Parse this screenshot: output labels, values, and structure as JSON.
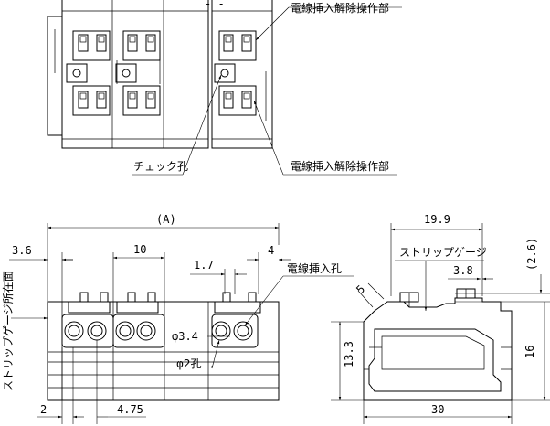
{
  "labels": {
    "wire_release_top": "電線挿入解除操作部",
    "wire_release_bottom": "電線挿入解除操作部",
    "check_hole": "チェック孔",
    "wire_insert_hole": "電線挿入孔",
    "strip_gauge_front": "ストリップゲージ",
    "strip_gauge_side": "ストリップゲージ所在面",
    "phi_34": "φ3.4",
    "phi_2": "φ2孔"
  },
  "dimensions": {
    "A": "(A)",
    "pitch": "10",
    "left_offset": "3.6",
    "right_offset": "4",
    "check_width": "1.7",
    "bottom_left": "2",
    "bottom_pitch": "4.75",
    "side_top_width": "19.9",
    "side_gauge_height": "(2.6)",
    "side_gauge_width": "3.8",
    "side_chamfer": "5",
    "side_height_left": "13.3",
    "side_height_right": "16",
    "side_bottom_width": "30"
  }
}
